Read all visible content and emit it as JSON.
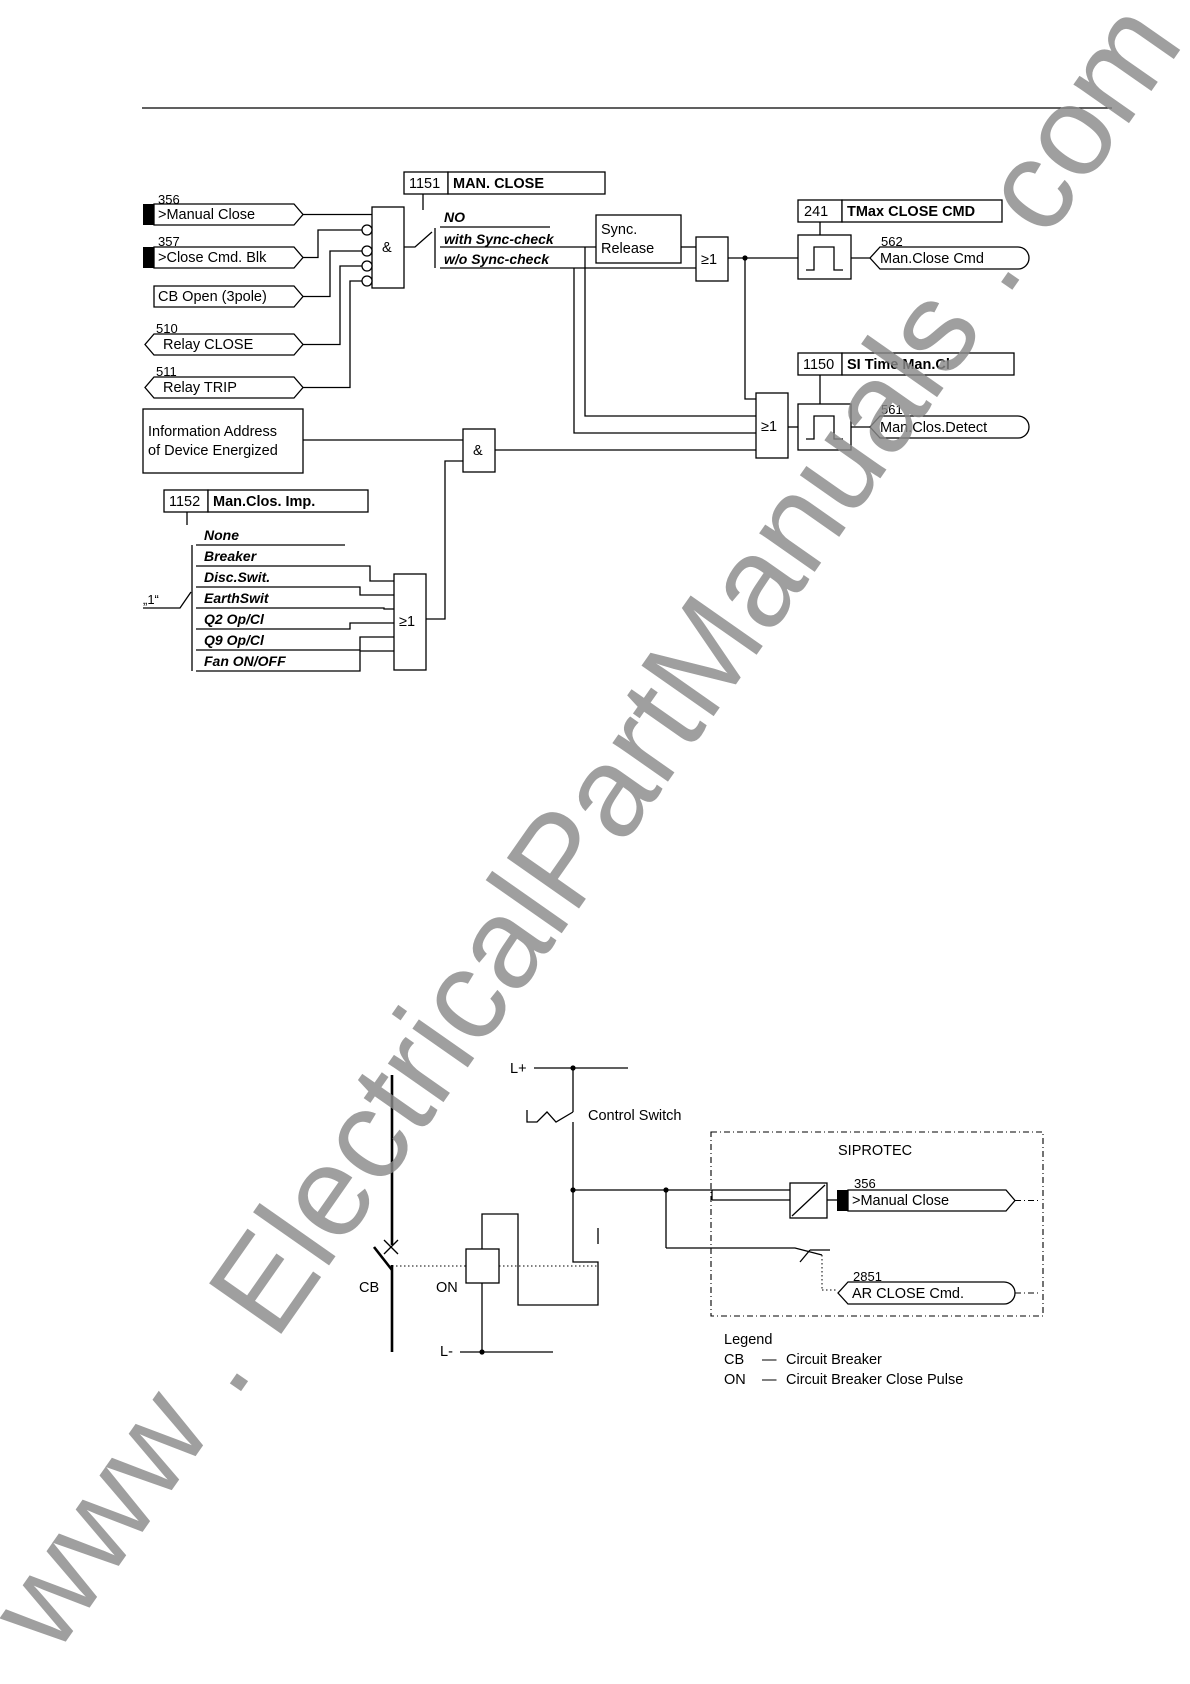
{
  "logic_diagram": {
    "inputs": {
      "manual_close": {
        "num": "356",
        "label": ">Manual Close"
      },
      "close_cmd_blk": {
        "num": "357",
        "label": ">Close Cmd. Blk"
      },
      "cb_open": {
        "label": "CB Open (3pole)"
      },
      "relay_close": {
        "num": "510",
        "label": "Relay CLOSE"
      },
      "relay_trip": {
        "num": "511",
        "label": "Relay TRIP"
      },
      "info_address_line1": "Information Address",
      "info_address_line2": "of Device Energized"
    },
    "param_man_close": {
      "num": "1151",
      "name": "MAN. CLOSE",
      "options": [
        "NO",
        "with Sync-check",
        "w/o Sync-check"
      ]
    },
    "sync_release_line1": "Sync.",
    "sync_release_line2": "Release",
    "param_tmax": {
      "num": "241",
      "name": "TMax CLOSE CMD"
    },
    "output_man_close_cmd": {
      "num": "562",
      "label": "Man.Close Cmd"
    },
    "param_si_time": {
      "num": "1150",
      "name": "SI Time Man.Cl"
    },
    "output_man_clos_detect": {
      "num": "561",
      "label": "Man.Clos.Detect"
    },
    "param_man_clos_imp": {
      "num": "1152",
      "name": "Man.Clos. Imp.",
      "options": [
        "None",
        "Breaker",
        "Disc.Swit.",
        "EarthSwit",
        "Q2 Op/Cl",
        "Q9 Op/Cl",
        "Fan ON/OFF"
      ]
    },
    "constant_one": "„1“",
    "and_symbol": "&",
    "or_symbol": "≥1"
  },
  "wiring_diagram": {
    "l_plus": "L+",
    "l_minus": "L-",
    "control_switch": "Control Switch",
    "siprotec": "SIPROTEC",
    "cb_label": "CB",
    "on_label": "ON",
    "input_manual_close": {
      "num": "356",
      "label": ">Manual Close"
    },
    "output_ar_close": {
      "num": "2851",
      "label": "AR CLOSE Cmd."
    },
    "legend_title": "Legend",
    "legend_items": [
      {
        "abbr": "CB",
        "dash": "—",
        "text": "Circuit Breaker"
      },
      {
        "abbr": "ON",
        "dash": "—",
        "text": "Circuit Breaker Close Pulse"
      }
    ]
  },
  "watermark": "www . ElectricalPartManuals . com"
}
